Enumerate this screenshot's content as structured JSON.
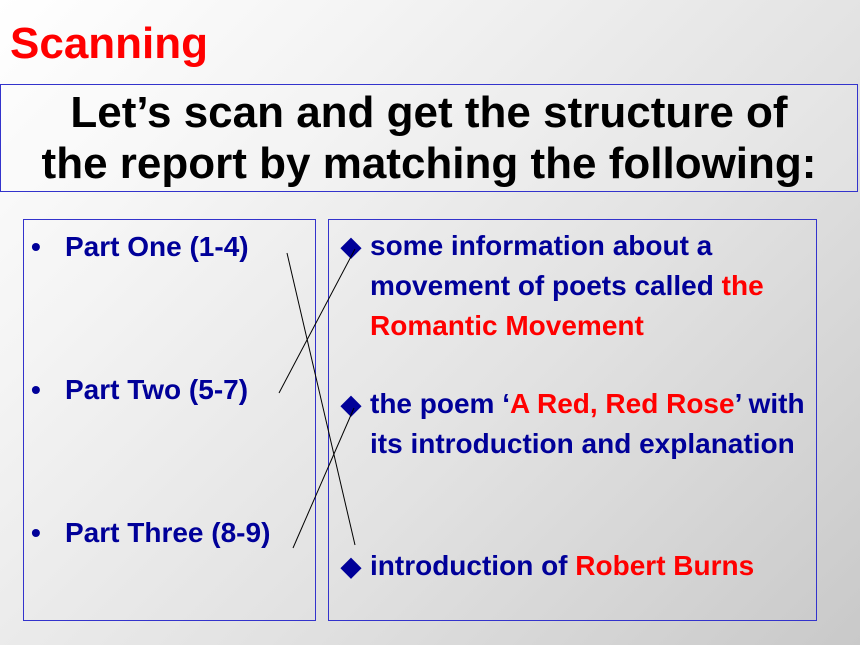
{
  "heading": "Scanning",
  "title": {
    "line1": "Let’s scan and get the structure of",
    "line2": "the report by matching the following:"
  },
  "parts": [
    {
      "bullet": "•",
      "label": "Part One (1-4)"
    },
    {
      "bullet": "•",
      "label": "Part Two (5-7)"
    },
    {
      "bullet": "•",
      "label": "Part Three (8-9)"
    }
  ],
  "descriptions": [
    {
      "marker": "◆",
      "text_1": "some information about a movement of poets called ",
      "highlight_1": "the Romantic Movement"
    },
    {
      "marker": "◆",
      "text_1": "the poem ‘",
      "highlight_1": "A Red, Red Rose",
      "text_2": "’ with its introduction and explanation"
    },
    {
      "marker": "◆",
      "text_1": "introduction of ",
      "highlight_1": "Robert Burns"
    }
  ],
  "colors": {
    "heading": "#ff0000",
    "body_text": "#000099",
    "highlight": "#ff0000",
    "box_border": "#3333cc",
    "connector": "#000000"
  },
  "matches": [
    {
      "part": "Part One (1-4)",
      "description": "introduction of Robert Burns"
    },
    {
      "part": "Part Two (5-7)",
      "description": "some information about a movement of poets called the Romantic Movement"
    },
    {
      "part": "Part Three (8-9)",
      "description": "the poem ‘A Red, Red Rose’ with its introduction and explanation"
    }
  ]
}
